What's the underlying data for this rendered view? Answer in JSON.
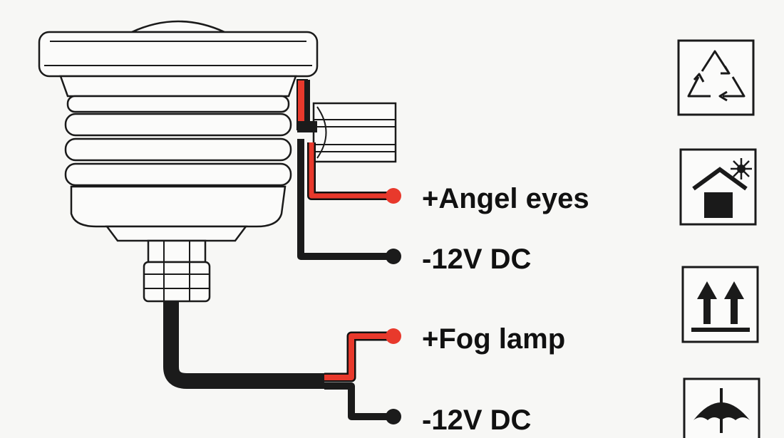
{
  "wires": {
    "angel_eyes_label": "+Angel eyes",
    "angel_eyes_ground_label": "-12V DC",
    "fog_lamp_label": "+Fog lamp",
    "fog_lamp_ground_label": "-12V DC"
  },
  "colors": {
    "positive_wire": "#e8392c",
    "ground_wire": "#1b1b1b",
    "background": "#f7f7f5"
  },
  "symbols": [
    {
      "icon": "recycle-icon"
    },
    {
      "icon": "keep-out-of-sun-icon"
    },
    {
      "icon": "this-way-up-icon"
    },
    {
      "icon": "keep-dry-umbrella-icon"
    }
  ]
}
